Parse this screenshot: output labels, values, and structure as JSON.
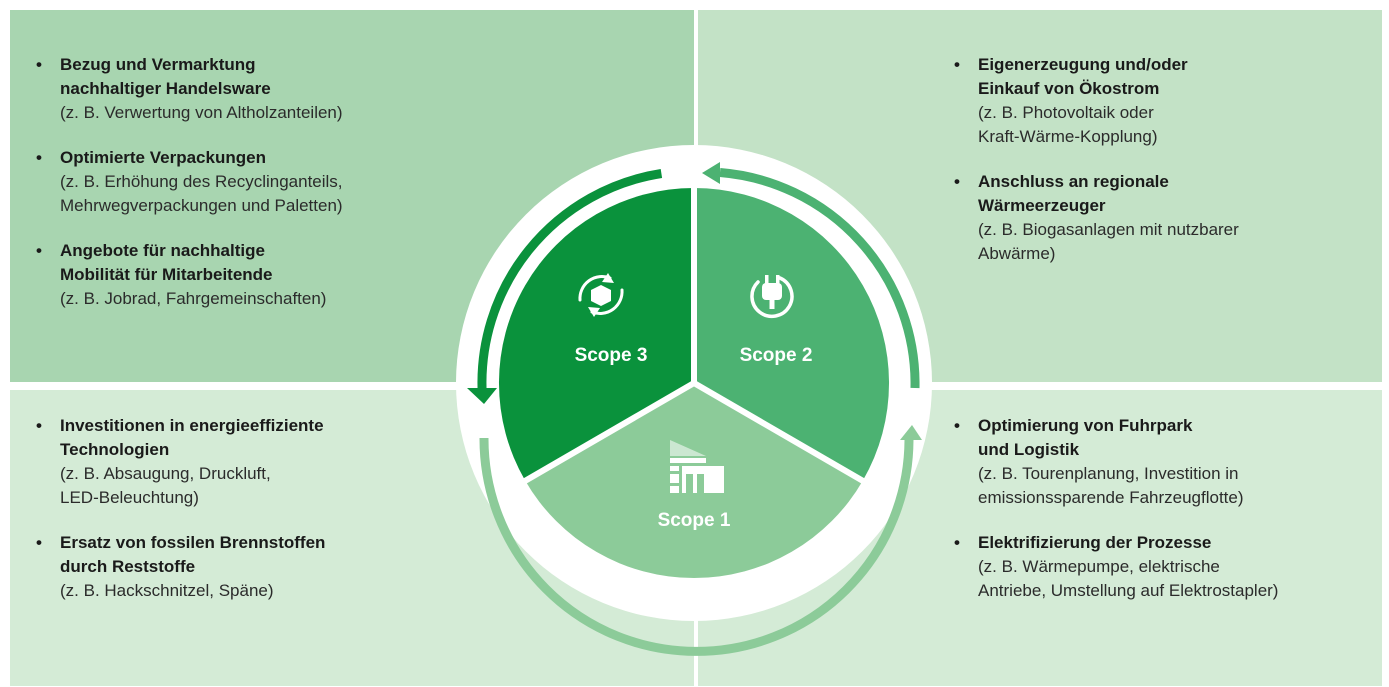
{
  "colors": {
    "quadrant_top_left": "#a8d5b0",
    "quadrant_top_right": "#c3e2c6",
    "quadrant_bottom_left": "#d4ebd6",
    "quadrant_bottom_right": "#d4ebd6",
    "scope3": "#0a923c",
    "scope2": "#4cb272",
    "scope1": "#8ccb99",
    "ring": "#ffffff",
    "arrow_dark": "#0a923c",
    "arrow_mid": "#4cb272",
    "arrow_light": "#8ccb99"
  },
  "scopes": {
    "scope3": {
      "label": "Scope 3",
      "icon": "recycle-box-icon"
    },
    "scope2": {
      "label": "Scope 2",
      "icon": "power-plug-icon"
    },
    "scope1": {
      "label": "Scope 1",
      "icon": "factory-icon"
    }
  },
  "top_left": {
    "items": [
      {
        "bold": [
          "Bezug und Vermarktung",
          "nachhaltiger Handelsware"
        ],
        "note": [
          "(z. B. Verwertung von Altholzanteilen)"
        ]
      },
      {
        "bold": [
          "Optimierte Verpackungen"
        ],
        "note": [
          "(z. B. Erhöhung des Recyclinganteils,",
          "Mehrwegverpackungen und Paletten)"
        ]
      },
      {
        "bold": [
          "Angebote für nachhaltige",
          "Mobilität für Mitarbeitende"
        ],
        "note": [
          "(z. B. Jobrad, Fahrgemeinschaften)"
        ]
      }
    ]
  },
  "top_right": {
    "items": [
      {
        "bold": [
          "Eigenerzeugung und/oder",
          "Einkauf von Ökostrom"
        ],
        "note": [
          "(z. B. Photovoltaik oder",
          "Kraft-Wärme-Kopplung)"
        ]
      },
      {
        "bold": [
          "Anschluss an regionale",
          "Wärmeerzeuger"
        ],
        "note": [
          "(z. B. Biogasanlagen mit nutzbarer",
          "Abwärme)"
        ]
      }
    ]
  },
  "bottom_left": {
    "items": [
      {
        "bold": [
          "Investitionen in energieeffiziente",
          "Technologien"
        ],
        "note": [
          "(z. B. Absaugung, Druckluft,",
          "LED-Beleuchtung)"
        ]
      },
      {
        "bold": [
          "Ersatz von fossilen Brennstoffen",
          "durch Reststoffe"
        ],
        "note": [
          "(z. B. Hackschnitzel, Späne)"
        ]
      }
    ]
  },
  "bottom_right": {
    "items": [
      {
        "bold": [
          "Optimierung von Fuhrpark",
          "und Logistik"
        ],
        "note": [
          "(z. B. Tourenplanung, Investition in",
          "emissionssparende Fahrzeugflotte)"
        ]
      },
      {
        "bold": [
          "Elektrifizierung der Prozesse"
        ],
        "note": [
          "(z. B. Wärmepumpe, elektrische",
          "Antriebe, Umstellung auf Elektrostapler)"
        ]
      }
    ]
  }
}
